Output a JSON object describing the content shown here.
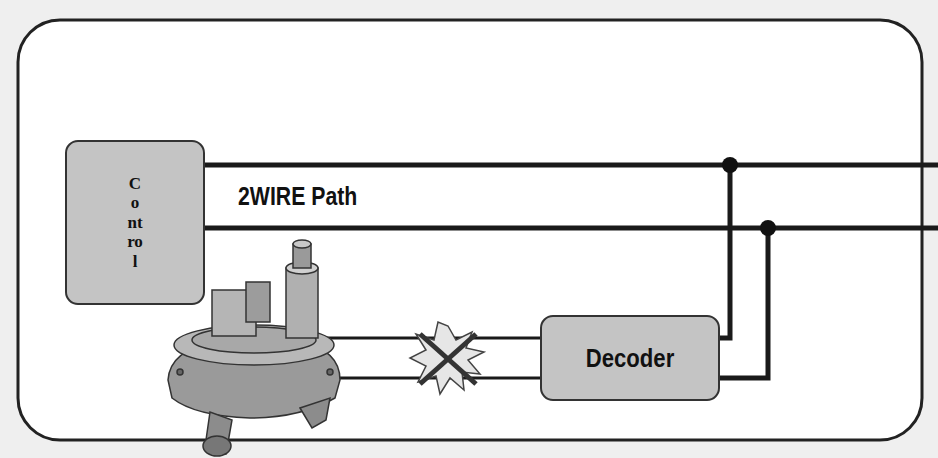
{
  "diagram": {
    "nodes": [
      {
        "text": [
          "Control"
        ]
      },
      {
        "text": [
          "Decoder"
        ]
      }
    ],
    "edges": [
      {
        "from": 0,
        "to": 1,
        "arrow": "none"
      },
      {
        "from": 0,
        "to": 1,
        "arrow": "none"
      }
    ],
    "labels": [
      "2WIRE Path"
    ]
  }
}
